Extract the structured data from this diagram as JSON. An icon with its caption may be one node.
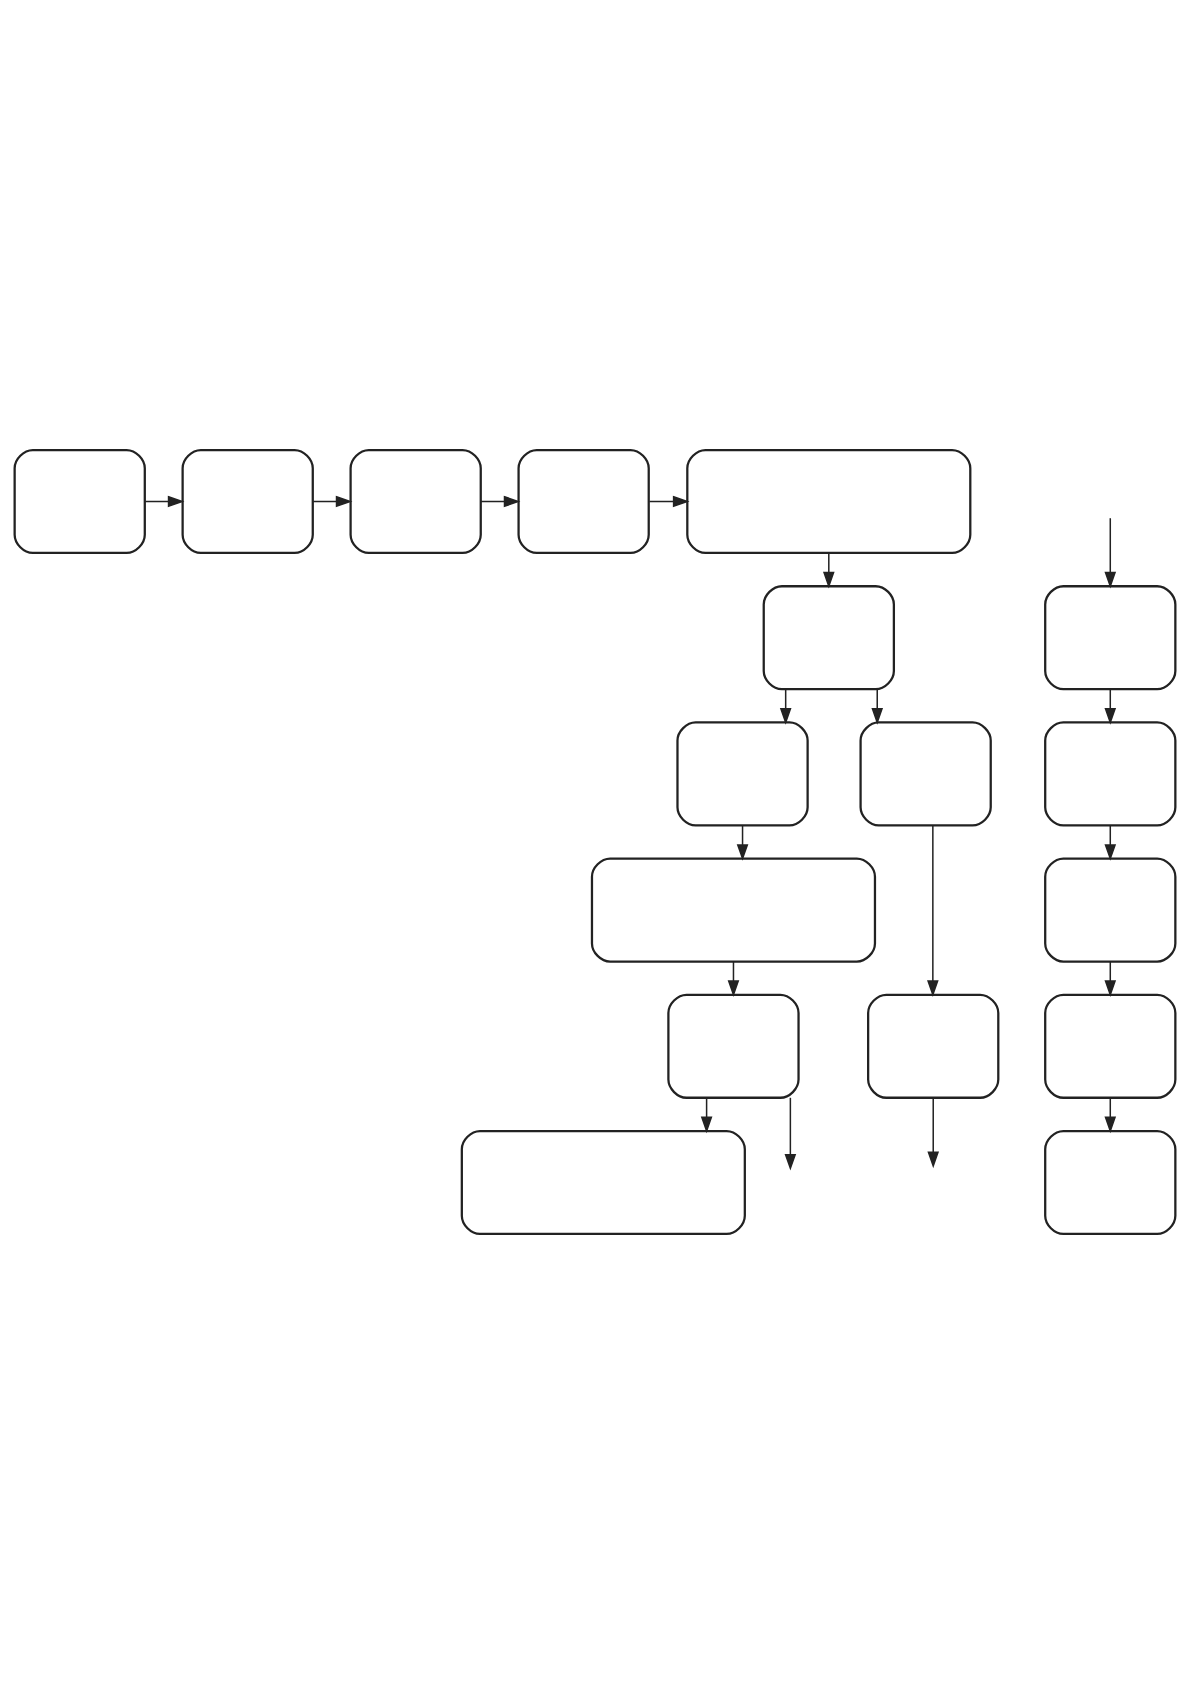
{
  "diagram": {
    "nodes": [
      {
        "text": [],
        "shape": "box"
      },
      {
        "text": [],
        "shape": "box"
      },
      {
        "text": [],
        "shape": "box"
      },
      {
        "text": [],
        "shape": "box"
      },
      {
        "text": [],
        "shape": "box"
      },
      {
        "text": [],
        "shape": "box"
      },
      {
        "text": [],
        "shape": "box"
      },
      {
        "text": [],
        "shape": "box"
      },
      {
        "text": [],
        "shape": "box"
      },
      {
        "text": [],
        "shape": "box"
      },
      {
        "text": [],
        "shape": "box"
      },
      {
        "text": [],
        "shape": "box"
      },
      {
        "text": [],
        "shape": "box"
      },
      {
        "text": [],
        "shape": "box"
      },
      {
        "text": [],
        "shape": "box"
      },
      {
        "text": [],
        "shape": "box"
      },
      {
        "text": [],
        "shape": "box"
      }
    ],
    "edges": [
      {
        "from": 0,
        "to": 1,
        "arrow": "to"
      },
      {
        "from": 1,
        "to": 2,
        "arrow": "to"
      },
      {
        "from": 2,
        "to": 3,
        "arrow": "to"
      },
      {
        "from": 3,
        "to": 4,
        "arrow": "to"
      },
      {
        "from": 4,
        "to": 5,
        "arrow": "to"
      },
      {
        "from": 5,
        "to": 6,
        "arrow": "to"
      },
      {
        "from": 5,
        "to": 7,
        "arrow": "to"
      },
      {
        "from": 6,
        "to": 8,
        "arrow": "to"
      },
      {
        "from": 7,
        "to": 9,
        "arrow": "to"
      },
      {
        "from": 8,
        "to": 10,
        "arrow": "to"
      },
      {
        "from": 9,
        "to": null,
        "arrow": "to"
      },
      {
        "from": 10,
        "to": null,
        "arrow": "to"
      },
      {
        "from": null,
        "to": 12,
        "arrow": "to"
      },
      {
        "from": 10,
        "to": 11,
        "arrow": "to"
      },
      {
        "from": 12,
        "to": 13,
        "arrow": "to"
      },
      {
        "from": 13,
        "to": 14,
        "arrow": "to"
      },
      {
        "from": 14,
        "to": 15,
        "arrow": "to"
      },
      {
        "from": 15,
        "to": 16,
        "arrow": "to"
      }
    ]
  }
}
